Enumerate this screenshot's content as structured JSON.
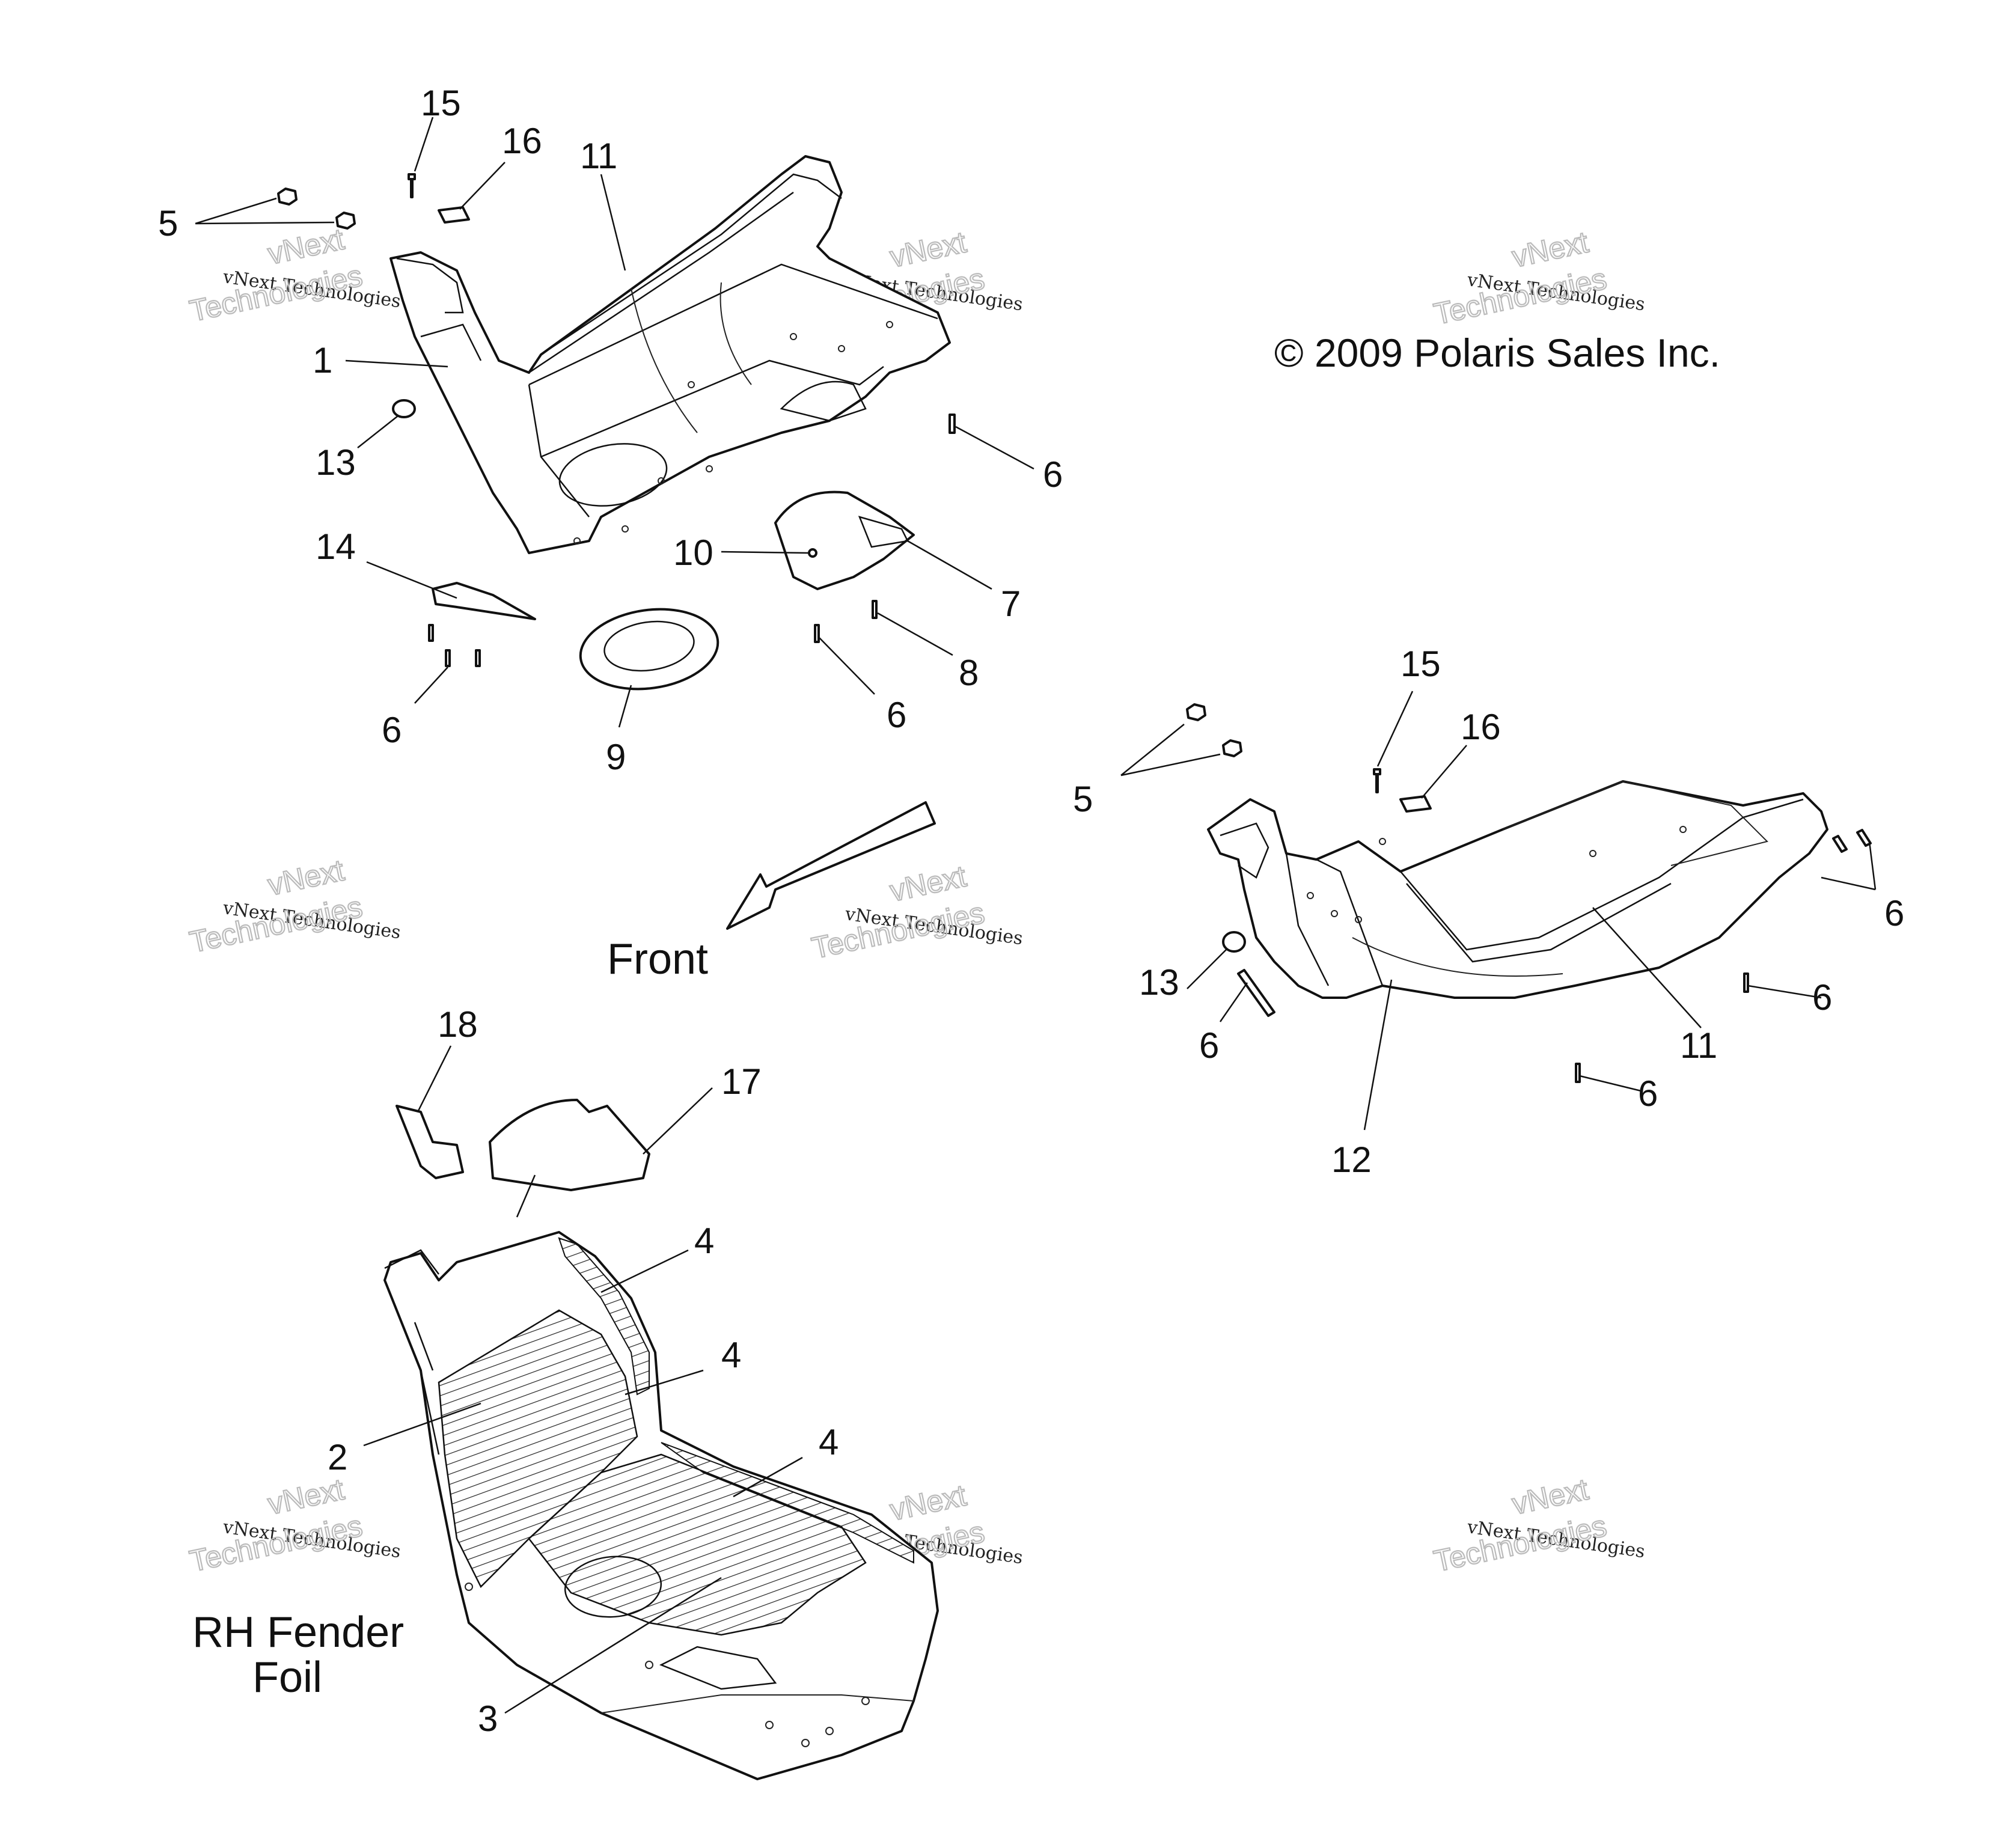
{
  "copyright": "© 2009 Polaris Sales Inc.",
  "labels": {
    "front": "Front",
    "rh_fender_foil_line1": "RH Fender",
    "rh_fender_foil_line2": "Foil"
  },
  "watermark": {
    "line1": "vNext Technologies",
    "line2": "vNext",
    "line3": "Technologies"
  },
  "callouts": {
    "upper": {
      "c15": "15",
      "c16": "16",
      "c11": "11",
      "c5": "5",
      "c1": "1",
      "c13": "13",
      "c6_right": "6",
      "c14": "14",
      "c10": "10",
      "c7": "7",
      "c8": "8",
      "c6_left": "6",
      "c9": "9",
      "c6_mid": "6"
    },
    "right": {
      "c15": "15",
      "c16": "16",
      "c5": "5",
      "c6_a": "6",
      "c13": "13",
      "c6_b": "6",
      "c6_c": "6",
      "c11": "11",
      "c6_d": "6",
      "c12": "12"
    },
    "lower": {
      "c18": "18",
      "c17": "17",
      "c4_a": "4",
      "c4_b": "4",
      "c2": "2",
      "c4_c": "4",
      "c3": "3"
    }
  }
}
